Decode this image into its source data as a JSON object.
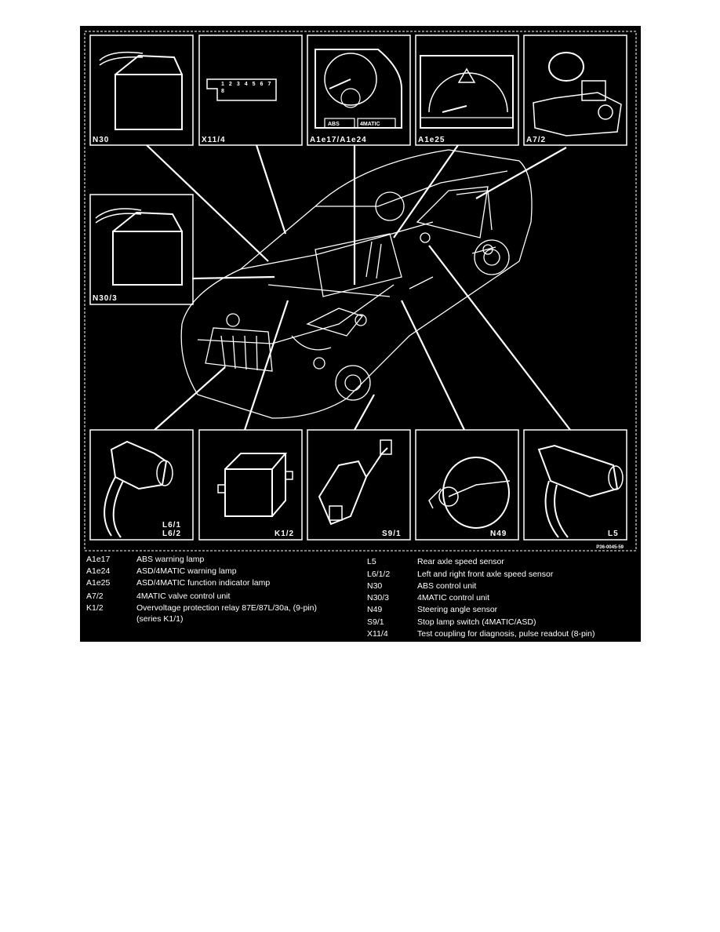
{
  "figure_code": "P36-0045-59",
  "callouts": {
    "n30": "N30",
    "x11_4": "X11/4",
    "a1e17_a1e24": "A1e17/A1e24",
    "a1e25": "A1e25",
    "a7_2": "A7/2",
    "n30_3": "N30/3",
    "l6_1": "L6/1",
    "l6_2": "L6/2",
    "k1_2": "K1/2",
    "s9_1": "S9/1",
    "n49": "N49",
    "l5": "L5"
  },
  "gauge_labels": {
    "abs": "ABS",
    "fourmatic": "4MATIC"
  },
  "connector_pins": [
    "1",
    "2",
    "3",
    "4",
    "5",
    "6",
    "7",
    "8"
  ],
  "legend_left": [
    {
      "code": "A1e17",
      "desc": "ABS warning lamp"
    },
    {
      "code": "A1e24",
      "desc": "ASD/4MATIC warning lamp"
    },
    {
      "code": "A1e25",
      "desc": "ASD/4MATIC function indicator lamp"
    },
    {
      "code": "A7/2",
      "desc": "4MATIC valve control unit"
    },
    {
      "code": "K1/2",
      "desc": "Overvoltage protection relay 87E/87L/30a, (9-pin)"
    },
    {
      "code": "",
      "desc": "(series K1/1)"
    }
  ],
  "legend_right": [
    {
      "code": "L5",
      "desc": "Rear axle speed sensor"
    },
    {
      "code": "L6/1/2",
      "desc": "Left and right front axle speed sensor"
    },
    {
      "code": "N30",
      "desc": "ABS control unit"
    },
    {
      "code": "N30/3",
      "desc": "4MATIC control unit"
    },
    {
      "code": "N49",
      "desc": "Steering angle sensor"
    },
    {
      "code": "S9/1",
      "desc": "Stop lamp switch (4MATIC/ASD)"
    },
    {
      "code": "X11/4",
      "desc": "Test coupling for diagnosis, pulse readout (8-pin)"
    }
  ]
}
